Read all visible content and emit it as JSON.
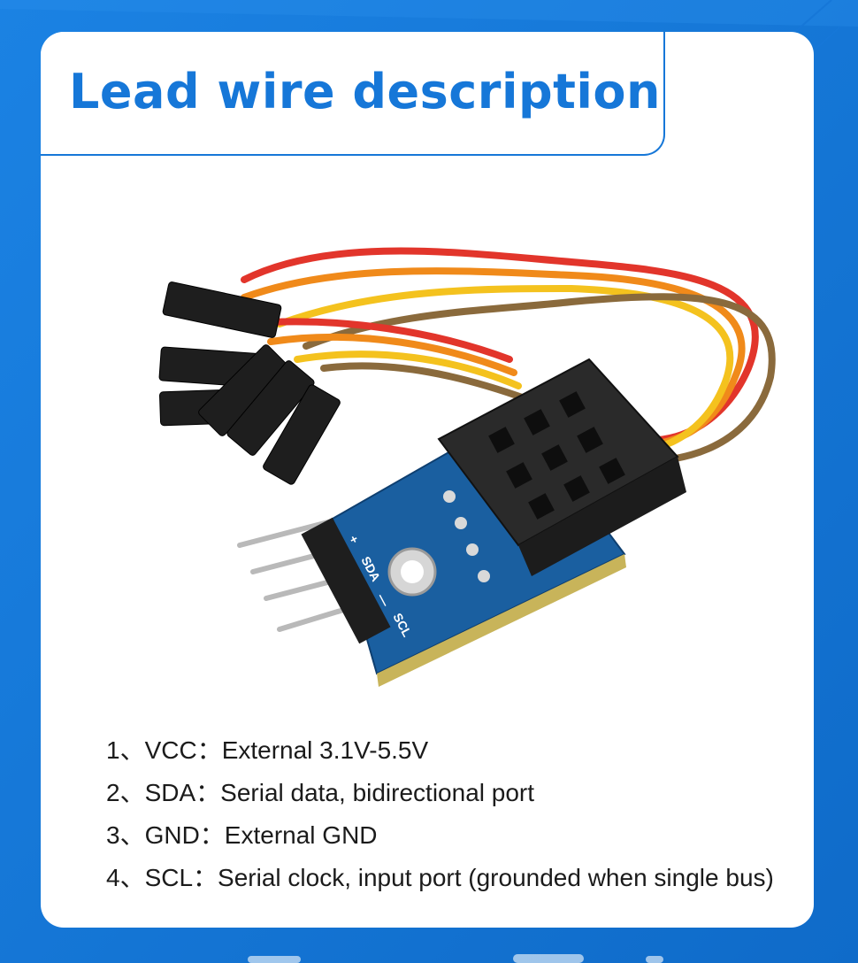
{
  "title": "Lead wire description",
  "colors": {
    "background": "#1677d8",
    "card": "#ffffff",
    "title": "#1677d8",
    "pcb": "#1a5fa0",
    "sensor": "#2a2a2a",
    "wire_red": "#e2352b",
    "wire_orange": "#f08a1a",
    "wire_yellow": "#f4c21e",
    "wire_brown": "#8a6a3c"
  },
  "board_silkscreen": {
    "pin1": "+",
    "pin2": "SDA",
    "pin3": "—",
    "pin4": "SCL"
  },
  "pins": [
    {
      "label": "1、VCC：External 3.1V-5.5V"
    },
    {
      "label": "2、SDA：Serial data, bidirectional port"
    },
    {
      "label": "3、GND：External GND"
    },
    {
      "label": "4、SCL：Serial clock, input port (grounded when single bus)"
    }
  ]
}
